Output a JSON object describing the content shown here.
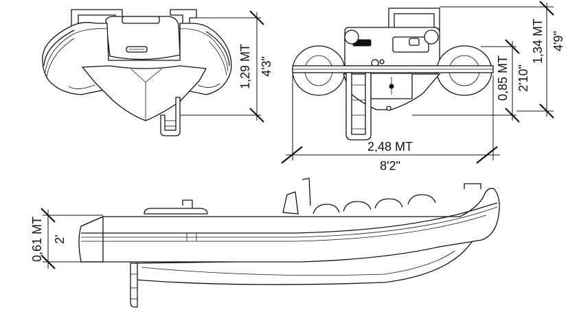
{
  "front_view": {
    "height_metric": "1,29 MT",
    "height_imperial": "4'3\""
  },
  "rear_view": {
    "transom_metric": "0,85 MT",
    "transom_imperial": "2'10\"",
    "height_metric": "1,34 MT",
    "height_imperial": "4'9\"",
    "width_metric": "2,48 MT",
    "width_imperial": "8'2\""
  },
  "side_view": {
    "tube_metric": "0,61 MT",
    "tube_imperial": "2'"
  },
  "colors": {
    "line": "#111111",
    "background": "#ffffff"
  }
}
